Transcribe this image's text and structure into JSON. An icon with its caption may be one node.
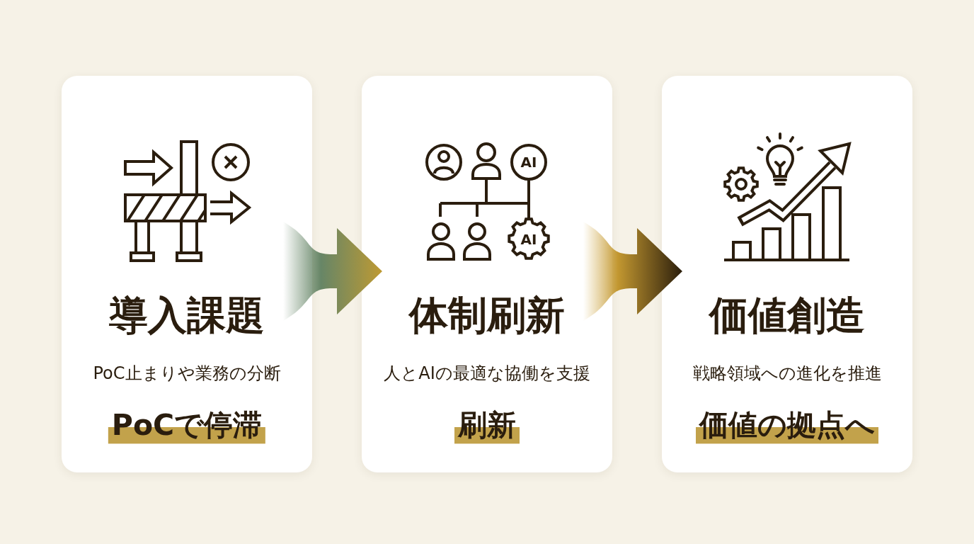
{
  "diagram": {
    "nodes": [
      {
        "text": [
          "導入課題",
          "PoC止まりや業務の分断",
          "PoCで停滞"
        ]
      },
      {
        "text": [
          "体制刷新",
          "人とAIの最適な協働を支援",
          "刷新"
        ]
      },
      {
        "text": [
          "価値創造",
          "戦略領域への進化を推進",
          "価値の拠点へ"
        ]
      }
    ],
    "edges": [
      {
        "from": 0,
        "to": 1,
        "arrow": "to",
        "color": "#5f8060"
      },
      {
        "from": 1,
        "to": 2,
        "arrow": "to",
        "color": "#2b1e0c"
      }
    ],
    "labels": [
      "AI",
      "AI"
    ]
  }
}
